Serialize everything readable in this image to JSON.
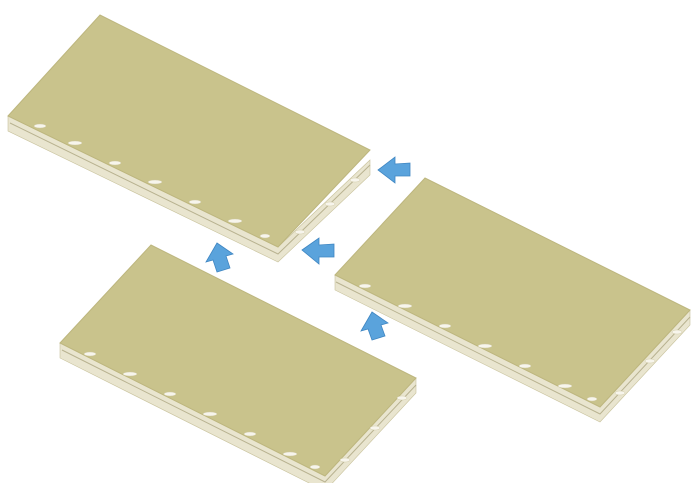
{
  "colors": {
    "background": "#ffffff",
    "panel_face": "#c9c38c",
    "panel_face_edge": "#bdb67e",
    "panel_side": "#e9e5cf",
    "panel_side_dark": "#d6d0ae",
    "core_blob": "#f7f5ec",
    "core_shadow": "#b8b290",
    "arrow_fill": "#5aa3dc",
    "arrow_stroke": "#3f86c2"
  },
  "panels": [
    {
      "name": "panel-top-left"
    },
    {
      "name": "panel-right"
    },
    {
      "name": "panel-bottom-left"
    }
  ],
  "arrows": [
    {
      "name": "arrow-up-center"
    },
    {
      "name": "arrow-upleft-center"
    },
    {
      "name": "arrow-upleft-right"
    },
    {
      "name": "arrow-up-lower-right"
    }
  ]
}
